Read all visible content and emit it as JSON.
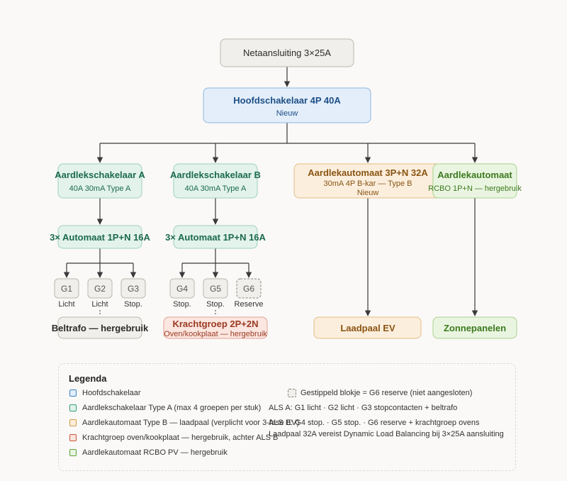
{
  "nodes": {
    "main": {
      "title": "Netaansluiting 3×25A"
    },
    "hoofd": {
      "title": "Hoofdschakelaar 4P 40A",
      "sub": "Nieuw"
    },
    "alsA": {
      "title": "Aardlekschakelaar A",
      "sub": "40A 30mA Type A"
    },
    "alsB": {
      "title": "Aardlekschakelaar B",
      "sub": "40A 30mA Type A"
    },
    "aa32": {
      "title": "Aardlekautomaat 3P+N 32A",
      "sub": "30mA 4P B-kar — Type B",
      "sub2": "Nieuw"
    },
    "rcbo": {
      "title": "Aardlekautomaat",
      "sub": "RCBO 1P+N — hergebruik"
    },
    "autA": {
      "title": "3× Automaat 1P+N 16A"
    },
    "autB": {
      "title": "3× Automaat 1P+N 16A"
    },
    "beltrafo": {
      "title": "Beltrafo — hergebruik"
    },
    "kracht": {
      "title": "Krachtgroep 2P+2N",
      "sub": "Oven/kookplaat — hergebruik"
    },
    "laadpaal": {
      "title": "Laadpaal EV"
    },
    "zon": {
      "title": "Zonnepanelen"
    }
  },
  "groups": [
    {
      "id": "G1",
      "label": "Licht",
      "reserve": false
    },
    {
      "id": "G2",
      "label": "Licht",
      "reserve": false
    },
    {
      "id": "G3",
      "label": "Stop.",
      "reserve": false
    },
    {
      "id": "G4",
      "label": "Stop.",
      "reserve": false
    },
    {
      "id": "G5",
      "label": "Stop.",
      "reserve": false
    },
    {
      "id": "G6",
      "label": "Reserve",
      "reserve": true
    }
  ],
  "legend": {
    "title": "Legenda",
    "items": [
      {
        "text": "Hoofdschakelaar",
        "color": "#3b82c4"
      },
      {
        "text": "Aardlekschakelaar Type A (max 4 groepen per stuk)",
        "color": "#2f9e7f"
      },
      {
        "text": "Aardlekautomaat Type B — laadpaal (verplicht voor 3-fase EV)",
        "color": "#d39a3c"
      },
      {
        "text": "Krachtgroep oven/kookplaat — hergebruik, achter ALS B",
        "color": "#c9553a"
      },
      {
        "text": "Aardlekautomaat RCBO PV — hergebruik",
        "color": "#5ba33a"
      }
    ],
    "dashed_note": "Gestippeld blokje = G6 reserve (niet aangesloten)",
    "notes": [
      "ALS A: G1 licht · G2 licht · G3 stopcontacten + beltrafo",
      "ALS B: G4 stop. · G5 stop. · G6 reserve + krachtgroep ovens",
      "Laadpaal 32A vereist Dynamic Load Balancing bij 3×25A aansluiting"
    ]
  },
  "colors": {
    "neutral_fill": "#f0efeb",
    "neutral_stroke": "#bcb8b0",
    "blue_fill": "#e3eefa",
    "blue_stroke": "#8fb6df",
    "blue_text": "#1d4f86",
    "green_fill": "#e3f3ec",
    "green_stroke": "#9fd0b8",
    "green_text": "#1c6a4e",
    "orange_fill": "#fbeedd",
    "orange_stroke": "#e3bd84",
    "orange_text": "#8a5412",
    "red_fill": "#fbe6e0",
    "red_stroke": "#e1a293",
    "red_text": "#9b3a22",
    "lime_fill": "#eaf5e1",
    "lime_stroke": "#a9d18c",
    "lime_text": "#3c7a1f"
  }
}
